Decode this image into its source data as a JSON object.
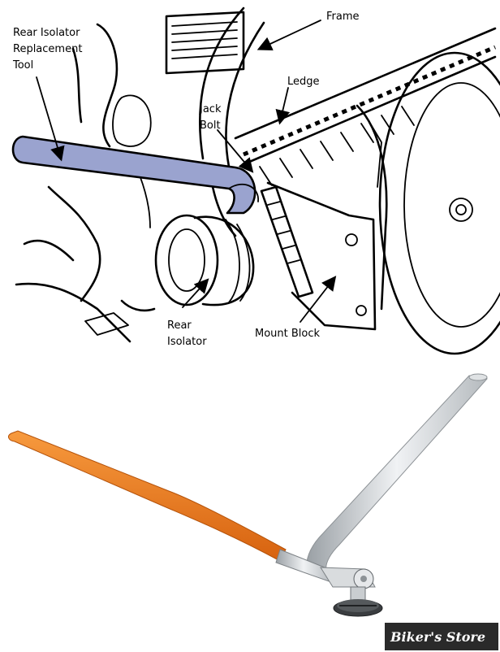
{
  "diagram": {
    "labels": {
      "rear_isolator_replacement_tool": [
        "Rear Isolator",
        "Replacement",
        "Tool"
      ],
      "frame": "Frame",
      "ledge": "Ledge",
      "jack_bolt": [
        "Jack",
        "Bolt"
      ],
      "rear_isolator": [
        "Rear",
        "Isolator"
      ],
      "mount_block": "Mount Block"
    }
  },
  "watermark": {
    "text": "Biker's Store"
  },
  "colors": {
    "tool_highlight": "#9aa3cf",
    "tool_handle_orange": "#f07a1e",
    "tool_steel": "#cfd3d6",
    "watermark_bg": "#2a2a2a"
  }
}
